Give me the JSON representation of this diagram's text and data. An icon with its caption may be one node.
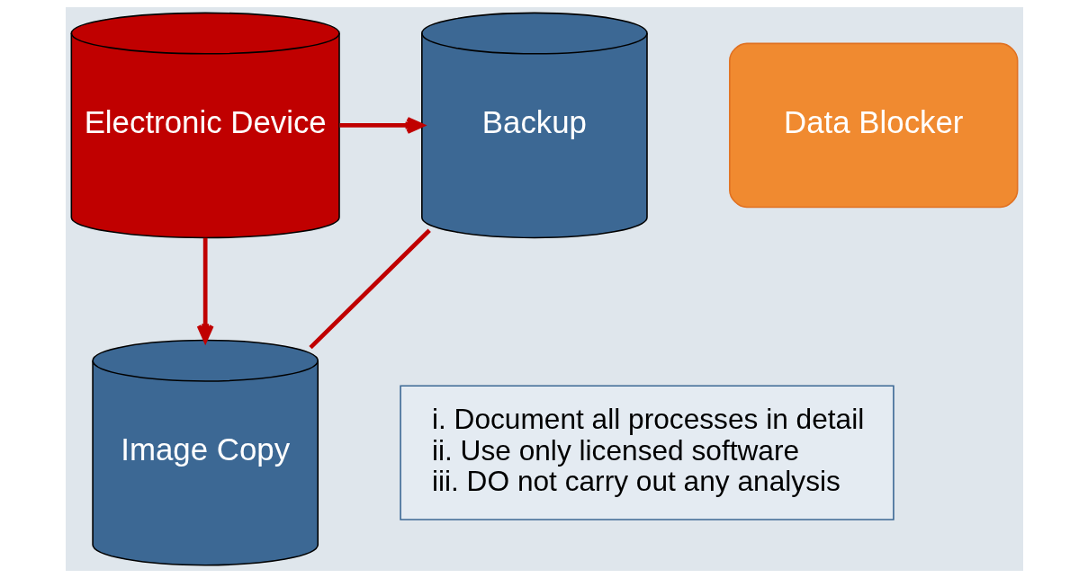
{
  "diagram": {
    "nodes": [
      {
        "text": [
          "Electronic Device"
        ]
      },
      {
        "text": [
          "Backup"
        ]
      },
      {
        "text": [
          "Data Blocker"
        ]
      },
      {
        "text": [
          "Image Copy"
        ]
      },
      {
        "text": [
          "i. Document all processes in detail",
          "ii. Use only licensed software",
          "iii. DO not carry out any analysis"
        ]
      }
    ],
    "edges": [
      {
        "from": 0,
        "to": 1,
        "arrow": "to"
      },
      {
        "from": 0,
        "to": 3,
        "arrow": "to"
      },
      {
        "from": 1,
        "to": 3,
        "arrow": "none"
      }
    ]
  }
}
